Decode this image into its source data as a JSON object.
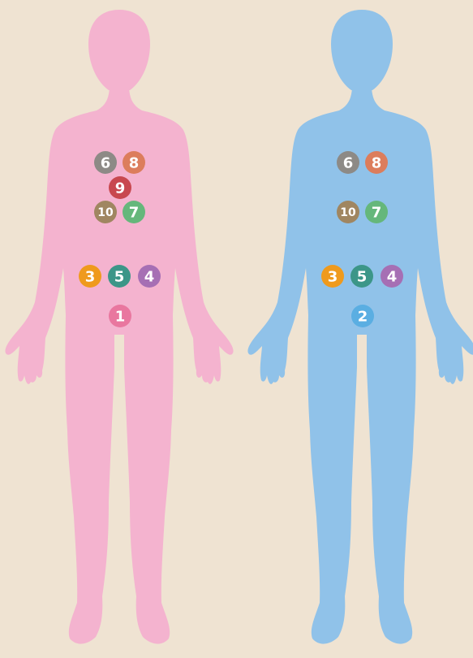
{
  "colors": {
    "background": "#efe3d2",
    "female_body": "#f4b3cf",
    "male_body": "#90c2e9",
    "marker_1": "#e9779f",
    "marker_2": "#5aaee2",
    "marker_3": "#ef9a1d",
    "marker_4": "#a66fb4",
    "marker_5": "#3c9688",
    "marker_6": "#8d8a86",
    "marker_7": "#65b77b",
    "marker_8": "#dc7d5c",
    "marker_9": "#c8484f",
    "marker_10": "#a08661"
  },
  "figures": [
    {
      "id": "female",
      "body_color_key": "female_body",
      "markers": [
        {
          "label": "6",
          "color": "#8d8a86"
        },
        {
          "label": "8",
          "color": "#dc7d5c"
        },
        {
          "label": "9",
          "color": "#c8484f"
        },
        {
          "label": "10",
          "color": "#a08661"
        },
        {
          "label": "7",
          "color": "#65b77b"
        },
        {
          "label": "3",
          "color": "#ef9a1d"
        },
        {
          "label": "5",
          "color": "#3c9688"
        },
        {
          "label": "4",
          "color": "#a66fb4"
        },
        {
          "label": "1",
          "color": "#e9779f"
        }
      ]
    },
    {
      "id": "male",
      "body_color_key": "male_body",
      "markers": [
        {
          "label": "6",
          "color": "#8d8a86"
        },
        {
          "label": "8",
          "color": "#dc7d5c"
        },
        {
          "label": "10",
          "color": "#a08661"
        },
        {
          "label": "7",
          "color": "#65b77b"
        },
        {
          "label": "3",
          "color": "#ef9a1d"
        },
        {
          "label": "5",
          "color": "#3c9688"
        },
        {
          "label": "4",
          "color": "#a66fb4"
        },
        {
          "label": "2",
          "color": "#5aaee2"
        }
      ]
    }
  ]
}
